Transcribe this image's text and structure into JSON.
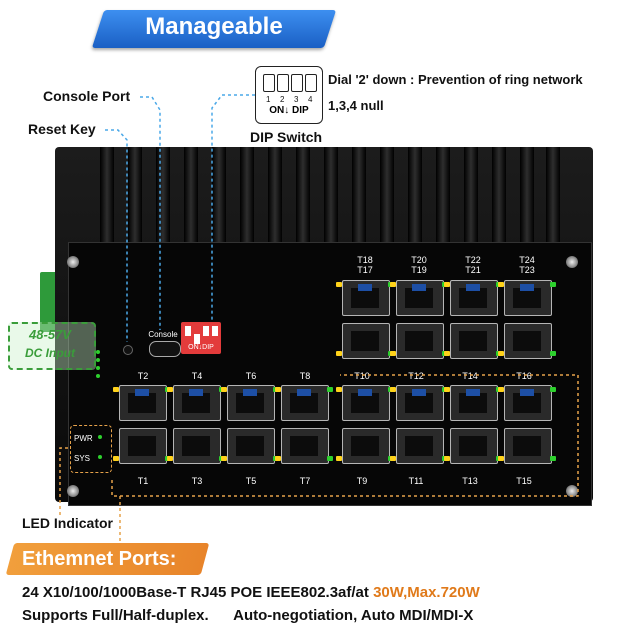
{
  "banner": {
    "title": "Manageable"
  },
  "callouts": {
    "console_port": "Console Port",
    "reset_key": "Reset Key",
    "dip_switch": "DIP Switch",
    "dial_note": "Dial '2' down : Prevention of ring network",
    "null_note": "1,3,4 null",
    "led_indicator": "LED Indicator"
  },
  "dip_icon": {
    "numbers": [
      "1",
      "2",
      "3",
      "4"
    ],
    "on_label": "ON↓ DIP"
  },
  "device": {
    "console_label": "Console",
    "dip_label": "ON↓DIP",
    "dc_input_voltage": "48-57V",
    "dc_input_label": "DC Input",
    "led_labels": [
      "PWR",
      "SYS"
    ],
    "port_labels_top_right": [
      {
        "a": "T18",
        "b": "T17"
      },
      {
        "a": "T20",
        "b": "T19"
      },
      {
        "a": "T22",
        "b": "T21"
      },
      {
        "a": "T24",
        "b": "T23"
      }
    ],
    "port_labels_upper": [
      "T2",
      "T4",
      "T6",
      "T8",
      "T10",
      "T12",
      "T14",
      "T16"
    ],
    "port_labels_lower": [
      "T1",
      "T3",
      "T5",
      "T7",
      "T9",
      "T11",
      "T13",
      "T15"
    ]
  },
  "bottom": {
    "section_title": "Ethemnet Ports:",
    "spec_line1_prefix": "24 X10/100/1000Base-T RJ45 POE IEEE802.3af/at ",
    "spec_line1_highlight": "30W,Max.720W",
    "spec_line2": "Supports Full/Half-duplex.      Auto-negotiation, Auto MDI/MDI-X"
  },
  "colors": {
    "banner_blue": "#1a5fc4",
    "accent_orange": "#e8842a",
    "dc_green": "#3a9d3a",
    "led_yellow": "#ffd21a",
    "led_green": "#2dd02d"
  }
}
